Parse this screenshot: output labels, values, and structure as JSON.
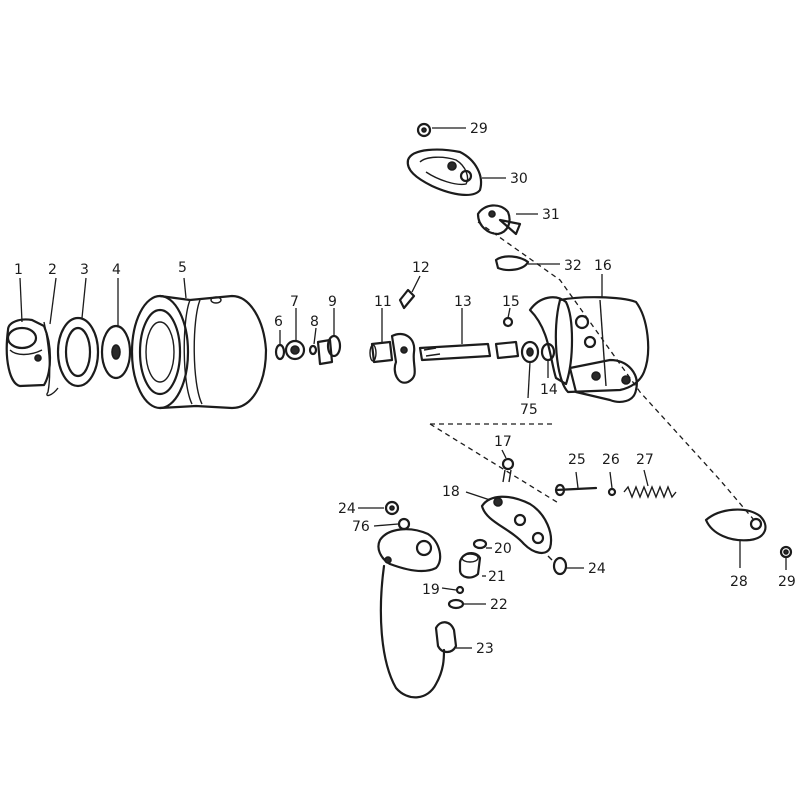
{
  "labels": {
    "p1": "1",
    "p2": "2",
    "p3": "3",
    "p4": "4",
    "p5": "5",
    "p6": "6",
    "p7": "7",
    "p8": "8",
    "p9": "9",
    "p11": "11",
    "p12": "12",
    "p13": "13",
    "p14": "14",
    "p15": "15",
    "p16": "16",
    "p17": "17",
    "p18": "18",
    "p19": "19",
    "p20": "20",
    "p21": "21",
    "p22": "22",
    "p23": "23",
    "p24a": "24",
    "p24b": "24",
    "p25": "25",
    "p26": "26",
    "p27": "27",
    "p28": "28",
    "p29a": "29",
    "p29b": "29",
    "p30": "30",
    "p31": "31",
    "p32": "32",
    "p75": "75",
    "p76": "76"
  },
  "colors": {
    "ink": "#1c1c1c",
    "paper": "#ffffff"
  }
}
